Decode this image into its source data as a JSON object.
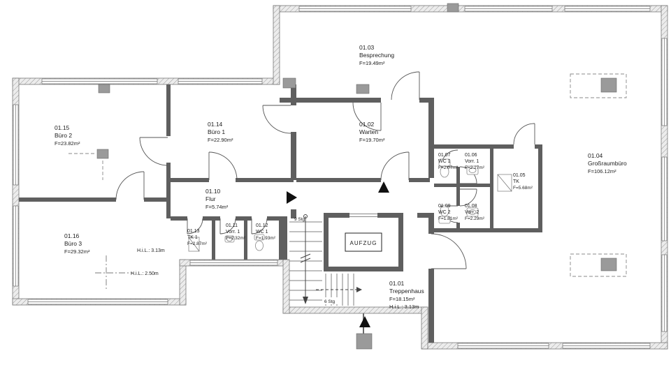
{
  "floorplan": {
    "rooms": [
      {
        "id": "01.03",
        "name": "Besprechung",
        "area": "F=19.49m²"
      },
      {
        "id": "01.15",
        "name": "Büro 2",
        "area": "F=23.82m²"
      },
      {
        "id": "01.14",
        "name": "Büro 1",
        "area": "F=22.90m²"
      },
      {
        "id": "01.02",
        "name": "Warten",
        "area": "F=19.70m²"
      },
      {
        "id": "01.07",
        "name": "WC 1",
        "area": "F=2.07m²"
      },
      {
        "id": "01.06",
        "name": "Vorr. 1",
        "area": "F=2.27m²"
      },
      {
        "id": "01.05",
        "name": "TK",
        "area": "F=5.68m²"
      },
      {
        "id": "01.04",
        "name": "Großraumbüro",
        "area": "F=106.12m²"
      },
      {
        "id": "01.10",
        "name": "Flur",
        "area": "F=5.74m²"
      },
      {
        "id": "01.16",
        "name": "Büro 3",
        "area": "F=29.32m²"
      },
      {
        "id": "01.13",
        "name": "TK 1",
        "area": "F=2.87m²"
      },
      {
        "id": "01.11",
        "name": "Vorr. 1",
        "area": "F=2.32m²"
      },
      {
        "id": "01.12",
        "name": "WC 1",
        "area": "F=1.93m²"
      },
      {
        "id": "01.09",
        "name": "WC 2",
        "area": "F=1.81m²"
      },
      {
        "id": "01.08",
        "name": "Vorr. 2",
        "area": "F=2.29m²"
      },
      {
        "id": "01.01",
        "name": "Treppenhaus",
        "area": "F=18.15m²",
        "hil": "H.i.L.: 3.13m"
      }
    ],
    "labels": {
      "elevator": "AUFZUG",
      "stairs_upper": "9 Stg",
      "stairs_lower": "6 Stg",
      "hil_313": "H.i.L.: 3.13m",
      "hil_250": "H.i.L.: 2.50m"
    },
    "colors": {
      "wall_interior": "#5f5f5f",
      "wall_exterior_fill": "#ececec",
      "text": "#1c1c1c",
      "background": "#ffffff",
      "marker": "#111111"
    }
  }
}
